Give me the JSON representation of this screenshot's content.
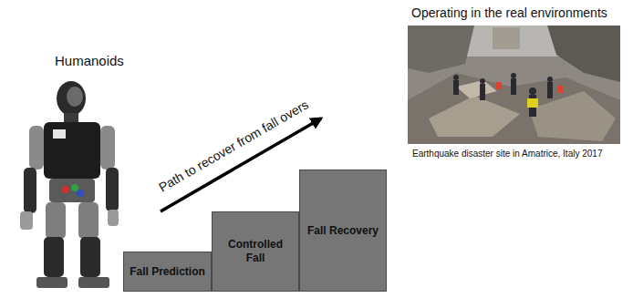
{
  "diagram": {
    "nodes": [
      {
        "text": [
          "Fall Prediction"
        ]
      },
      {
        "text": [
          "Controlled Fall"
        ]
      },
      {
        "text": [
          "Fall Recovery"
        ]
      }
    ],
    "labels": [
      "Humanoids",
      "Path to recover from fall overs",
      "Operating in the real environments",
      "Earthquake disaster site in Amatrice, Italy 2017"
    ]
  }
}
